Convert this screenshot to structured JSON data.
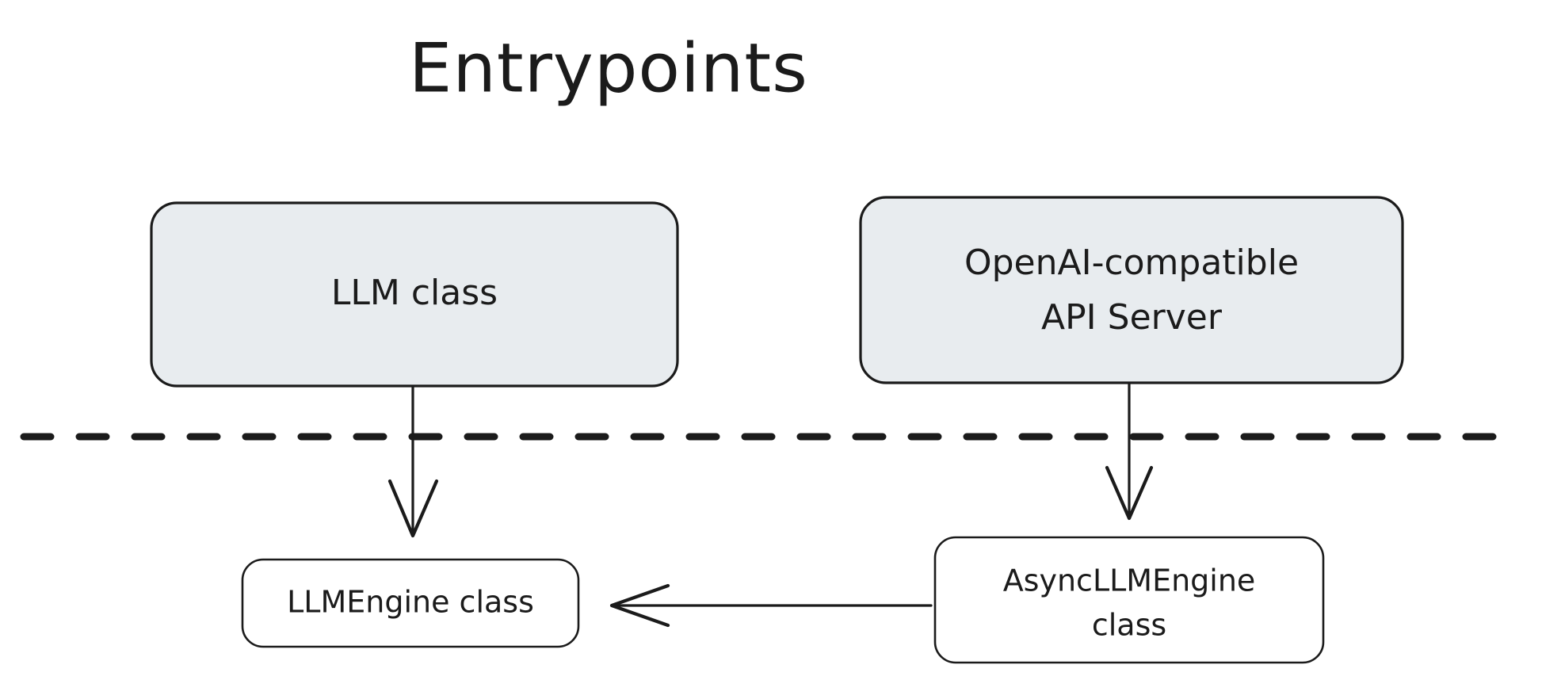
{
  "diagram": {
    "title": "Entrypoints",
    "background_color": "#ffffff",
    "ink_color": "#1b1b1b",
    "shaded_fill": "#e8ecef",
    "plain_fill": "#ffffff",
    "nodes": [
      {
        "id": "llm-class",
        "label": "LLM class",
        "lines": [
          "LLM class"
        ],
        "style": "shaded",
        "group": "upper"
      },
      {
        "id": "openai-api-server",
        "label": "OpenAI-compatible API Server",
        "lines": [
          "OpenAI-compatible",
          "API Server"
        ],
        "style": "shaded",
        "group": "upper"
      },
      {
        "id": "llmengine-class",
        "label": "LLMEngine class",
        "lines": [
          "LLMEngine class"
        ],
        "style": "plain",
        "group": "lower"
      },
      {
        "id": "asyncllmengine-class",
        "label": "AsyncLLMEngine class",
        "lines": [
          "AsyncLLMEngine",
          "class"
        ],
        "style": "plain",
        "group": "lower"
      }
    ],
    "edges": [
      {
        "id": "edge-llm-to-llmengine",
        "from": "llm-class",
        "to": "llmengine-class",
        "direction": "down",
        "arrowhead": "open-v"
      },
      {
        "id": "edge-apiserver-to-asyncllmengine",
        "from": "openai-api-server",
        "to": "asyncllmengine-class",
        "direction": "down",
        "arrowhead": "open-v"
      },
      {
        "id": "edge-asyncllmengine-to-llmengine",
        "from": "asyncllmengine-class",
        "to": "llmengine-class",
        "direction": "left",
        "arrowhead": "open-v"
      }
    ],
    "divider": {
      "id": "entrypoint-boundary",
      "style": "dashed",
      "orientation": "horizontal"
    }
  }
}
